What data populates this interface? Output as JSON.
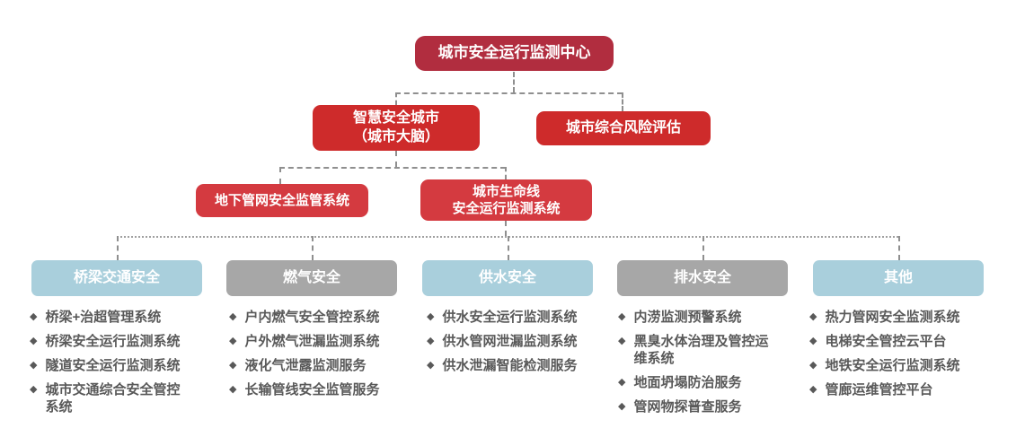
{
  "palette": {
    "level1_red": "#b12d3f",
    "level2_red": "#ce2b2b",
    "level3_red": "#d43a40",
    "category_blue": "#a9cfdc",
    "category_gray": "#a7a7a7",
    "list_text_gray": "#595959",
    "connector_gray": "#8f8f8f",
    "background": "#ffffff"
  },
  "list_style": {
    "bullet": "◆"
  },
  "tree": {
    "root": {
      "label": "城市安全运行监测中心"
    },
    "level2": [
      {
        "label": "智慧安全城市\n（城市大脑）"
      },
      {
        "label": "城市综合风险评估"
      }
    ],
    "level3": [
      {
        "label": "地下管网安全监管系统"
      },
      {
        "label": "城市生命线\n安全运行监测系统"
      }
    ],
    "categories": [
      {
        "label": "桥梁交通安全",
        "color": "blue",
        "items": [
          "桥梁+治超管理系统",
          "桥梁安全运行监测系统",
          "隧道安全运行监测系统",
          "城市交通综合安全管控系统"
        ]
      },
      {
        "label": "燃气安全",
        "color": "gray",
        "items": [
          "户内燃气安全管控系统",
          "户外燃气泄漏监测系统",
          "液化气泄露监测服务",
          "长输管线安全监管服务"
        ]
      },
      {
        "label": "供水安全",
        "color": "blue",
        "items": [
          "供水安全运行监测系统",
          "供水管网泄漏监测系统",
          "供水泄漏智能检测服务"
        ]
      },
      {
        "label": "排水安全",
        "color": "gray",
        "items": [
          "内涝监测预警系统",
          "黑臭水体治理及管控运维系统",
          "地面坍塌防治服务",
          "管网物探普查服务"
        ]
      },
      {
        "label": "其他",
        "color": "blue",
        "items": [
          "热力管网安全监测系统",
          "电梯安全管控云平台",
          "地铁安全运行监测系统",
          "管廊运维管控平台"
        ]
      }
    ]
  }
}
